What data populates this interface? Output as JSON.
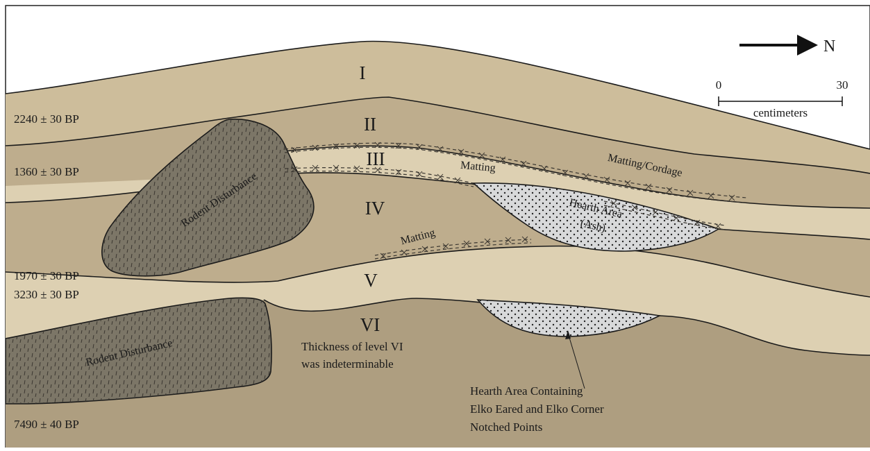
{
  "levels": {
    "i": "I",
    "ii": "II",
    "iii": "III",
    "iv": "IV",
    "v": "V",
    "vi": "VI"
  },
  "dates": {
    "d1": "2240 ± 30 BP",
    "d2": "1360 ± 30 BP",
    "d3": "1970 ± 30 BP",
    "d4": "3230 ± 30 BP",
    "d5": "7490 ± 40 BP"
  },
  "labels": {
    "rodent_upper": "Rodent Disturbance",
    "rodent_lower": "Rodent Disturbance",
    "matting_upper": "Matting",
    "matting_cordage": "Matting/Cordage",
    "matting_lower": "Matting",
    "hearth_upper_line1": "Hearth Area",
    "hearth_upper_line2": "(Ash)",
    "thickness_line1": "Thickness of level VI",
    "thickness_line2": "was indeterminable",
    "hearth_lower_line1": "Hearth Area Containing",
    "hearth_lower_line2": "Elko Eared and Elko Corner",
    "hearth_lower_line3": "Notched Points"
  },
  "north_arrow": {
    "label": "N"
  },
  "scale_bar": {
    "min_label": "0",
    "max_label": "30",
    "unit_label": "centimeters"
  },
  "colors": {
    "light_sediment": "#cdbd9b",
    "mid_sediment": "#bead8d",
    "dark_sediment": "#ae9e80",
    "pale_band": "#ddd0b2",
    "rodent": "#7c7667",
    "hearth": "#d8d9da"
  }
}
